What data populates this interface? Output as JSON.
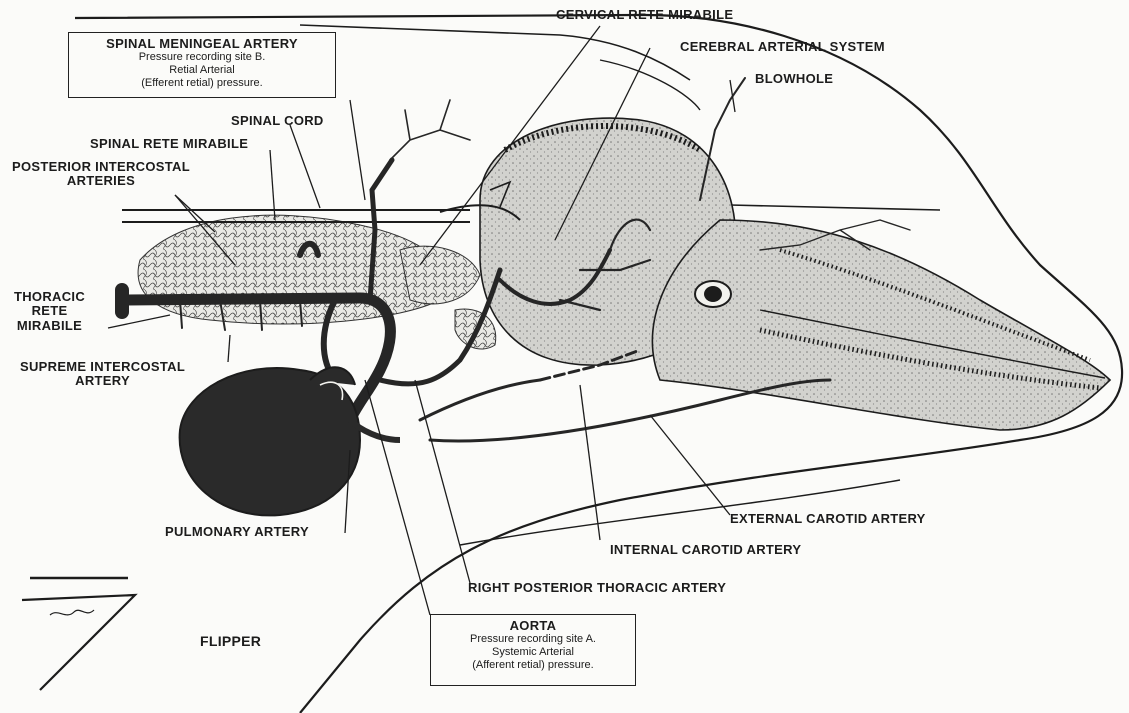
{
  "labels": {
    "cervical_rete": "CERVICAL RETE MIRABILE",
    "cerebral_system": "CEREBRAL ARTERIAL SYSTEM",
    "blowhole": "BLOWHOLE",
    "spinal_cord": "SPINAL CORD",
    "spinal_rete": "SPINAL RETE MIRABILE",
    "posterior_intercostal_1": "POSTERIOR INTERCOSTAL",
    "posterior_intercostal_2": "ARTERIES",
    "thoracic_rete_1": "THORACIC",
    "thoracic_rete_2": "RETE",
    "thoracic_rete_3": "MIRABILE",
    "supreme_intercostal_1": "SUPREME INTERCOSTAL",
    "supreme_intercostal_2": "ARTERY",
    "pulmonary_artery": "PULMONARY ARTERY",
    "external_carotid": "EXTERNAL CAROTID ARTERY",
    "internal_carotid": "INTERNAL CAROTID ARTERY",
    "right_posterior_thoracic": "RIGHT POSTERIOR THORACIC ARTERY",
    "flipper": "FLIPPER"
  },
  "spinal_meningeal_box": {
    "title": "SPINAL MENINGEAL ARTERY",
    "line1": "Pressure recording site B.",
    "line2": "Retial Arterial",
    "line3": "(Efferent retial) pressure."
  },
  "aorta_box": {
    "title": "AORTA",
    "line1": "Pressure recording site A.",
    "line2": "Systemic Arterial",
    "line3": "(Afferent retial) pressure."
  },
  "colors": {
    "ink": "#1c1c1c",
    "heart": "#2a2a2a",
    "brain_fill": "#cfcfcb",
    "snout_fill": "#c7c7c3",
    "paper": "#fbfbf9"
  }
}
